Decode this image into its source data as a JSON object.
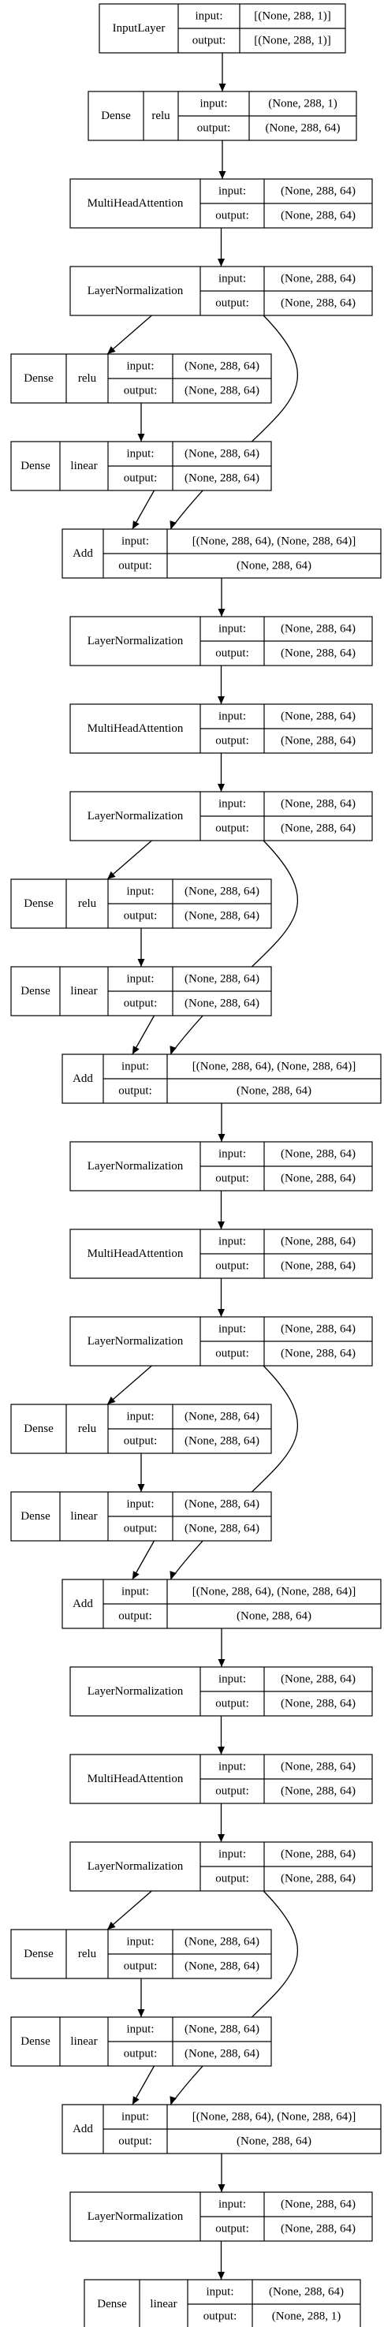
{
  "port_labels": {
    "input": "input:",
    "output": "output:"
  },
  "nodes": [
    {
      "id": "n0",
      "cols": [
        "InputLayer"
      ],
      "input": "[(None, 288, 1)]",
      "output": "[(None, 288, 1)]"
    },
    {
      "id": "n1",
      "cols": [
        "Dense",
        "relu"
      ],
      "input": "(None, 288, 1)",
      "output": "(None, 288, 64)"
    },
    {
      "id": "n2",
      "cols": [
        "MultiHeadAttention"
      ],
      "input": "(None, 288, 64)",
      "output": "(None, 288, 64)"
    },
    {
      "id": "n3",
      "cols": [
        "LayerNormalization"
      ],
      "input": "(None, 288, 64)",
      "output": "(None, 288, 64)"
    },
    {
      "id": "n4",
      "cols": [
        "Dense",
        "relu"
      ],
      "input": "(None, 288, 64)",
      "output": "(None, 288, 64)"
    },
    {
      "id": "n5",
      "cols": [
        "Dense",
        "linear"
      ],
      "input": "(None, 288, 64)",
      "output": "(None, 288, 64)"
    },
    {
      "id": "n6",
      "cols": [
        "Add"
      ],
      "input": "[(None, 288, 64), (None, 288, 64)]",
      "output": "(None, 288, 64)"
    },
    {
      "id": "n7",
      "cols": [
        "LayerNormalization"
      ],
      "input": "(None, 288, 64)",
      "output": "(None, 288, 64)"
    },
    {
      "id": "n8",
      "cols": [
        "MultiHeadAttention"
      ],
      "input": "(None, 288, 64)",
      "output": "(None, 288, 64)"
    },
    {
      "id": "n9",
      "cols": [
        "LayerNormalization"
      ],
      "input": "(None, 288, 64)",
      "output": "(None, 288, 64)"
    },
    {
      "id": "n10",
      "cols": [
        "Dense",
        "relu"
      ],
      "input": "(None, 288, 64)",
      "output": "(None, 288, 64)"
    },
    {
      "id": "n11",
      "cols": [
        "Dense",
        "linear"
      ],
      "input": "(None, 288, 64)",
      "output": "(None, 288, 64)"
    },
    {
      "id": "n12",
      "cols": [
        "Add"
      ],
      "input": "[(None, 288, 64), (None, 288, 64)]",
      "output": "(None, 288, 64)"
    },
    {
      "id": "n13",
      "cols": [
        "LayerNormalization"
      ],
      "input": "(None, 288, 64)",
      "output": "(None, 288, 64)"
    },
    {
      "id": "n14",
      "cols": [
        "MultiHeadAttention"
      ],
      "input": "(None, 288, 64)",
      "output": "(None, 288, 64)"
    },
    {
      "id": "n15",
      "cols": [
        "LayerNormalization"
      ],
      "input": "(None, 288, 64)",
      "output": "(None, 288, 64)"
    },
    {
      "id": "n16",
      "cols": [
        "Dense",
        "relu"
      ],
      "input": "(None, 288, 64)",
      "output": "(None, 288, 64)"
    },
    {
      "id": "n17",
      "cols": [
        "Dense",
        "linear"
      ],
      "input": "(None, 288, 64)",
      "output": "(None, 288, 64)"
    },
    {
      "id": "n18",
      "cols": [
        "Add"
      ],
      "input": "[(None, 288, 64), (None, 288, 64)]",
      "output": "(None, 288, 64)"
    },
    {
      "id": "n19",
      "cols": [
        "LayerNormalization"
      ],
      "input": "(None, 288, 64)",
      "output": "(None, 288, 64)"
    },
    {
      "id": "n20",
      "cols": [
        "MultiHeadAttention"
      ],
      "input": "(None, 288, 64)",
      "output": "(None, 288, 64)"
    },
    {
      "id": "n21",
      "cols": [
        "LayerNormalization"
      ],
      "input": "(None, 288, 64)",
      "output": "(None, 288, 64)"
    },
    {
      "id": "n22",
      "cols": [
        "Dense",
        "relu"
      ],
      "input": "(None, 288, 64)",
      "output": "(None, 288, 64)"
    },
    {
      "id": "n23",
      "cols": [
        "Dense",
        "linear"
      ],
      "input": "(None, 288, 64)",
      "output": "(None, 288, 64)"
    },
    {
      "id": "n24",
      "cols": [
        "Add"
      ],
      "input": "[(None, 288, 64), (None, 288, 64)]",
      "output": "(None, 288, 64)"
    },
    {
      "id": "n25",
      "cols": [
        "LayerNormalization"
      ],
      "input": "(None, 288, 64)",
      "output": "(None, 288, 64)"
    },
    {
      "id": "n26",
      "cols": [
        "Dense",
        "linear"
      ],
      "input": "(None, 288, 64)",
      "output": "(None, 288, 1)"
    }
  ],
  "edges": [
    [
      "n0",
      "n1"
    ],
    [
      "n1",
      "n2"
    ],
    [
      "n2",
      "n3"
    ],
    [
      "n3",
      "n4"
    ],
    [
      "n4",
      "n5"
    ],
    [
      "n5",
      "n6"
    ],
    [
      "n3",
      "n6"
    ],
    [
      "n6",
      "n7"
    ],
    [
      "n7",
      "n8"
    ],
    [
      "n8",
      "n9"
    ],
    [
      "n9",
      "n10"
    ],
    [
      "n10",
      "n11"
    ],
    [
      "n11",
      "n12"
    ],
    [
      "n9",
      "n12"
    ],
    [
      "n12",
      "n13"
    ],
    [
      "n13",
      "n14"
    ],
    [
      "n14",
      "n15"
    ],
    [
      "n15",
      "n16"
    ],
    [
      "n16",
      "n17"
    ],
    [
      "n17",
      "n18"
    ],
    [
      "n15",
      "n18"
    ],
    [
      "n18",
      "n19"
    ],
    [
      "n19",
      "n20"
    ],
    [
      "n20",
      "n21"
    ],
    [
      "n21",
      "n22"
    ],
    [
      "n22",
      "n23"
    ],
    [
      "n23",
      "n24"
    ],
    [
      "n21",
      "n24"
    ],
    [
      "n24",
      "n25"
    ],
    [
      "n25",
      "n26"
    ]
  ]
}
